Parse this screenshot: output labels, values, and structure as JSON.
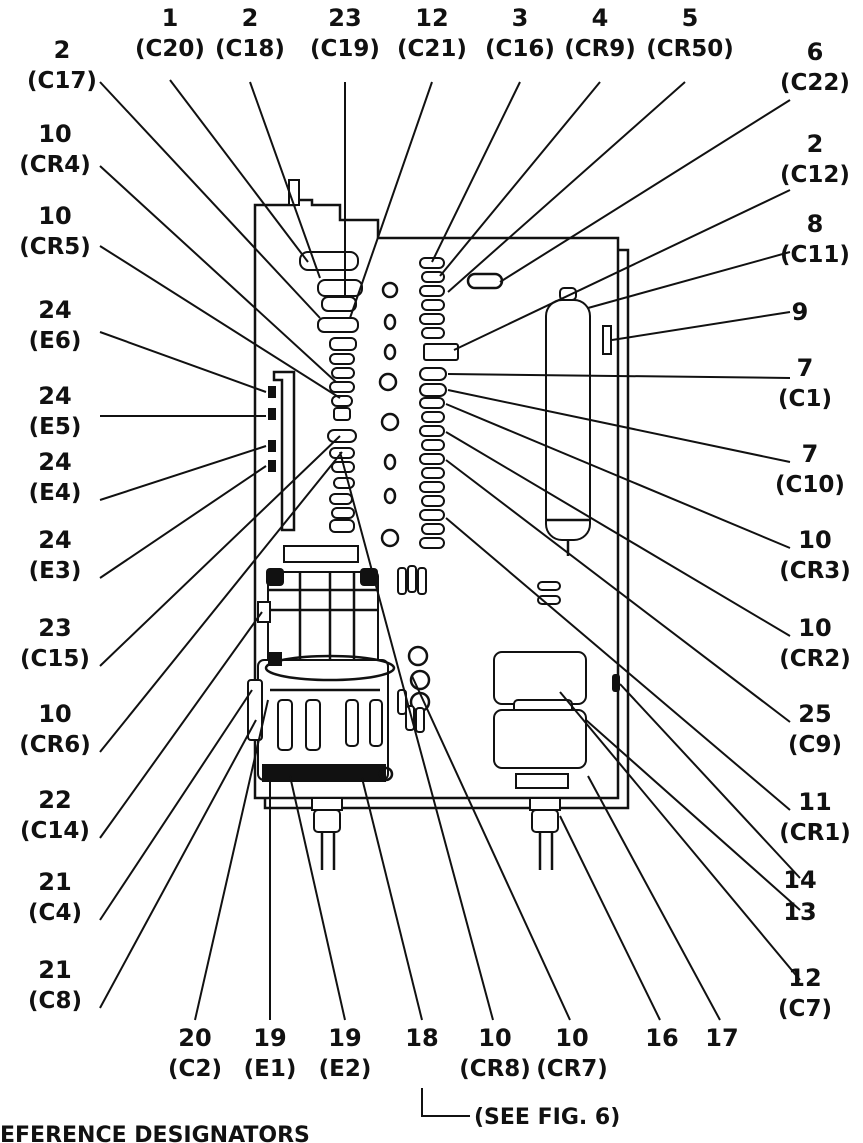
{
  "figure": {
    "footer_caption": "EFERENCE DESIGNATORS",
    "see_figure_note": "(SEE FIG. 6)"
  },
  "callouts": [
    {
      "id": "c01",
      "item": "1",
      "ref": "(C20)"
    },
    {
      "id": "c02",
      "item": "2",
      "ref": "(C18)"
    },
    {
      "id": "c03",
      "item": "23",
      "ref": "(C19)"
    },
    {
      "id": "c04",
      "item": "12",
      "ref": "(C21)"
    },
    {
      "id": "c05",
      "item": "3",
      "ref": "(C16)"
    },
    {
      "id": "c06",
      "item": "4",
      "ref": "(CR9)"
    },
    {
      "id": "c07",
      "item": "5",
      "ref": "(CR50)"
    },
    {
      "id": "c08",
      "item": "2",
      "ref": "(C17)"
    },
    {
      "id": "c09",
      "item": "6",
      "ref": "(C22)"
    },
    {
      "id": "c10",
      "item": "10",
      "ref": "(CR4)"
    },
    {
      "id": "c11",
      "item": "2",
      "ref": "(C12)"
    },
    {
      "id": "c12",
      "item": "10",
      "ref": "(CR5)"
    },
    {
      "id": "c13",
      "item": "8",
      "ref": "(C11)"
    },
    {
      "id": "c14",
      "item": "24",
      "ref": "(E6)"
    },
    {
      "id": "c15",
      "item": "9",
      "ref": ""
    },
    {
      "id": "c16",
      "item": "7",
      "ref": "(C1)"
    },
    {
      "id": "c17",
      "item": "24",
      "ref": "(E5)"
    },
    {
      "id": "c18",
      "item": "7",
      "ref": "(C10)"
    },
    {
      "id": "c19",
      "item": "24",
      "ref": "(E4)"
    },
    {
      "id": "c20",
      "item": "10",
      "ref": "(CR3)"
    },
    {
      "id": "c21",
      "item": "24",
      "ref": "(E3)"
    },
    {
      "id": "c22",
      "item": "10",
      "ref": "(CR2)"
    },
    {
      "id": "c23",
      "item": "23",
      "ref": "(C15)"
    },
    {
      "id": "c24",
      "item": "25",
      "ref": "(C9)"
    },
    {
      "id": "c25",
      "item": "10",
      "ref": "(CR6)"
    },
    {
      "id": "c26",
      "item": "11",
      "ref": "(CR1)"
    },
    {
      "id": "c27",
      "item": "22",
      "ref": "(C14)"
    },
    {
      "id": "c28",
      "item": "14",
      "ref": ""
    },
    {
      "id": "c29",
      "item": "13",
      "ref": ""
    },
    {
      "id": "c30",
      "item": "21",
      "ref": "(C4)"
    },
    {
      "id": "c31",
      "item": "12",
      "ref": "(C7)"
    },
    {
      "id": "c32",
      "item": "21",
      "ref": "(C8)"
    },
    {
      "id": "c33",
      "item": "20",
      "ref": "(C2)"
    },
    {
      "id": "c34",
      "item": "19",
      "ref": "(E1)"
    },
    {
      "id": "c35",
      "item": "19",
      "ref": "(E2)"
    },
    {
      "id": "c36",
      "item": "18",
      "ref": ""
    },
    {
      "id": "c37",
      "item": "10",
      "ref": "(CR8)"
    },
    {
      "id": "c38",
      "item": "10",
      "ref": "(CR7)"
    },
    {
      "id": "c39",
      "item": "16",
      "ref": ""
    },
    {
      "id": "c40",
      "item": "17",
      "ref": ""
    }
  ]
}
